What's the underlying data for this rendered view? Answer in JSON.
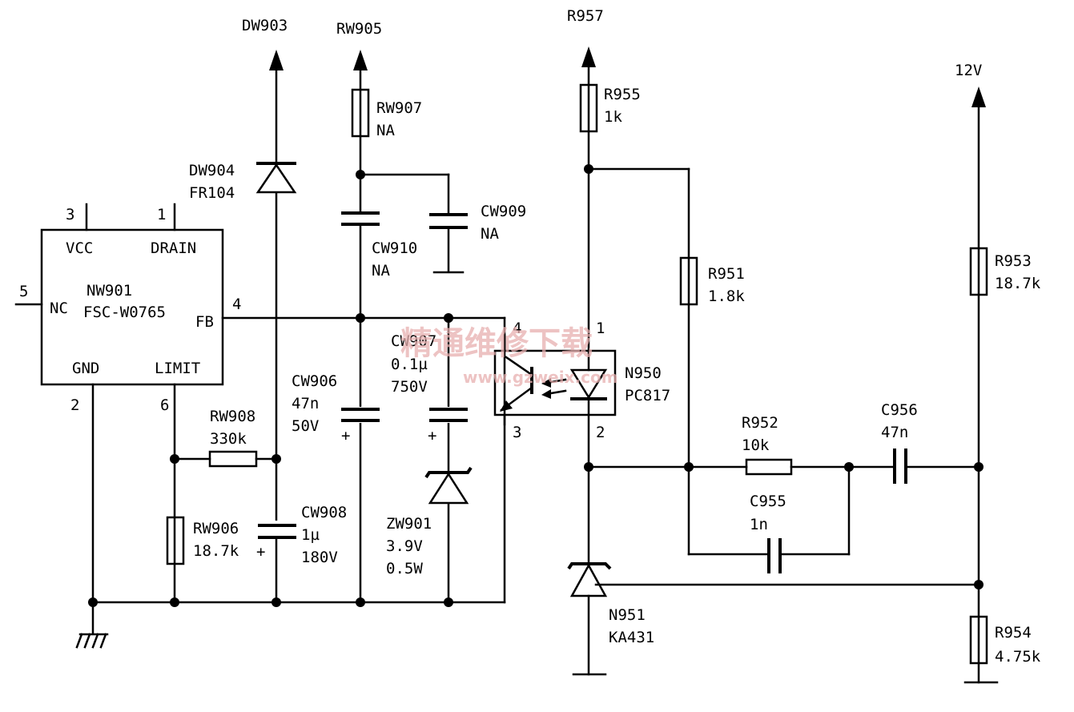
{
  "ic": {
    "ref": "NW901",
    "part": "FSC-W0765",
    "pins": {
      "vcc": "VCC",
      "drain": "DRAIN",
      "nc": "NC",
      "fb": "FB",
      "gnd": "GND",
      "limit": "LIMIT",
      "n3": "3",
      "n1": "1",
      "n5": "5",
      "n4": "4",
      "n2": "2",
      "n6": "6"
    }
  },
  "arrows": {
    "dw903": "DW903",
    "rw905": "RW905",
    "r957": "R957",
    "v12": "12V"
  },
  "components": {
    "dw904": {
      "ref": "DW904",
      "value": "FR104"
    },
    "rw907": {
      "ref": "RW907",
      "value": "NA"
    },
    "cw909": {
      "ref": "CW909",
      "value": "NA"
    },
    "cw910": {
      "ref": "CW910",
      "value": "NA"
    },
    "cw906": {
      "ref": "CW906",
      "value": "47n",
      "rating": "50V"
    },
    "cw907": {
      "ref": "CW907",
      "value": "0.1µ",
      "rating": "750V"
    },
    "rw908": {
      "ref": "RW908",
      "value": "330k"
    },
    "rw906": {
      "ref": "RW906",
      "value": "18.7k"
    },
    "cw908": {
      "ref": "CW908",
      "value": "1µ",
      "rating": "180V"
    },
    "zw901": {
      "ref": "ZW901",
      "value": "3.9V",
      "power": "0.5W"
    },
    "n950": {
      "ref": "N950",
      "part": "PC817",
      "p4": "4",
      "p1": "1",
      "p3": "3",
      "p2": "2"
    },
    "r955": {
      "ref": "R955",
      "value": "1k"
    },
    "r951": {
      "ref": "R951",
      "value": "1.8k"
    },
    "r952": {
      "ref": "R952",
      "value": "10k"
    },
    "c956": {
      "ref": "C956",
      "value": "47n"
    },
    "c955": {
      "ref": "C955",
      "value": "1n"
    },
    "n951": {
      "ref": "N951",
      "part": "KA431"
    },
    "r953": {
      "ref": "R953",
      "value": "18.7k"
    },
    "r954": {
      "ref": "R954",
      "value": "4.75k"
    }
  },
  "watermark": {
    "cn": "精通维修下载",
    "url": "www.gzweix.com"
  }
}
